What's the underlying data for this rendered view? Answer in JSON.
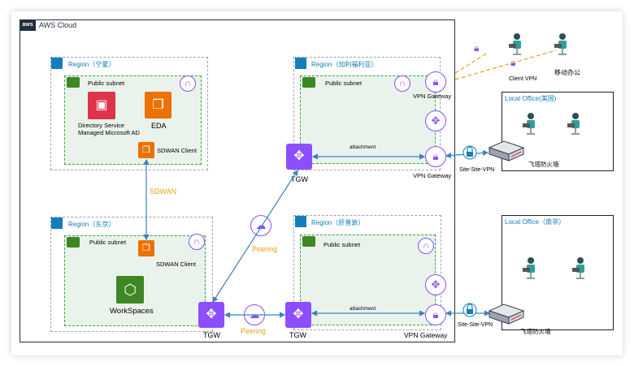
{
  "aws": {
    "logo": "aws",
    "title": "AWS Cloud"
  },
  "regions": {
    "ningxia": {
      "label": "Region（宁夏）"
    },
    "california": {
      "label": "Region（加利福利亚）"
    },
    "tokyo": {
      "label": "Region（东京）"
    },
    "frankfurt": {
      "label": "Region（肝普敦）"
    }
  },
  "subnet_label": "Public subnet",
  "services": {
    "directory": "Directory Service\nManaged Microsoft AD",
    "eda": "EDA",
    "sdwan_client": "SDWAN Client",
    "workspaces": "WorkSpaces"
  },
  "network": {
    "vpn_gateway": "VPN Gateway",
    "tgw": "TGW",
    "attachment": "attachment",
    "sdwan": "SDWAN",
    "peering": "Peering",
    "site_to_site": "Site-Site-VPN",
    "client_vpn": "Client VPN",
    "mobile_office": "移动办公",
    "firewall": "飞塔防火墙"
  },
  "offices": {
    "us": "Local Office(美国)",
    "sa": "Local Office（南非）"
  },
  "colors": {
    "purple": "#8c4fff",
    "orange": "#ed7100",
    "green": "#3f8624",
    "blue": "#147eba",
    "dark": "#232f3e"
  }
}
